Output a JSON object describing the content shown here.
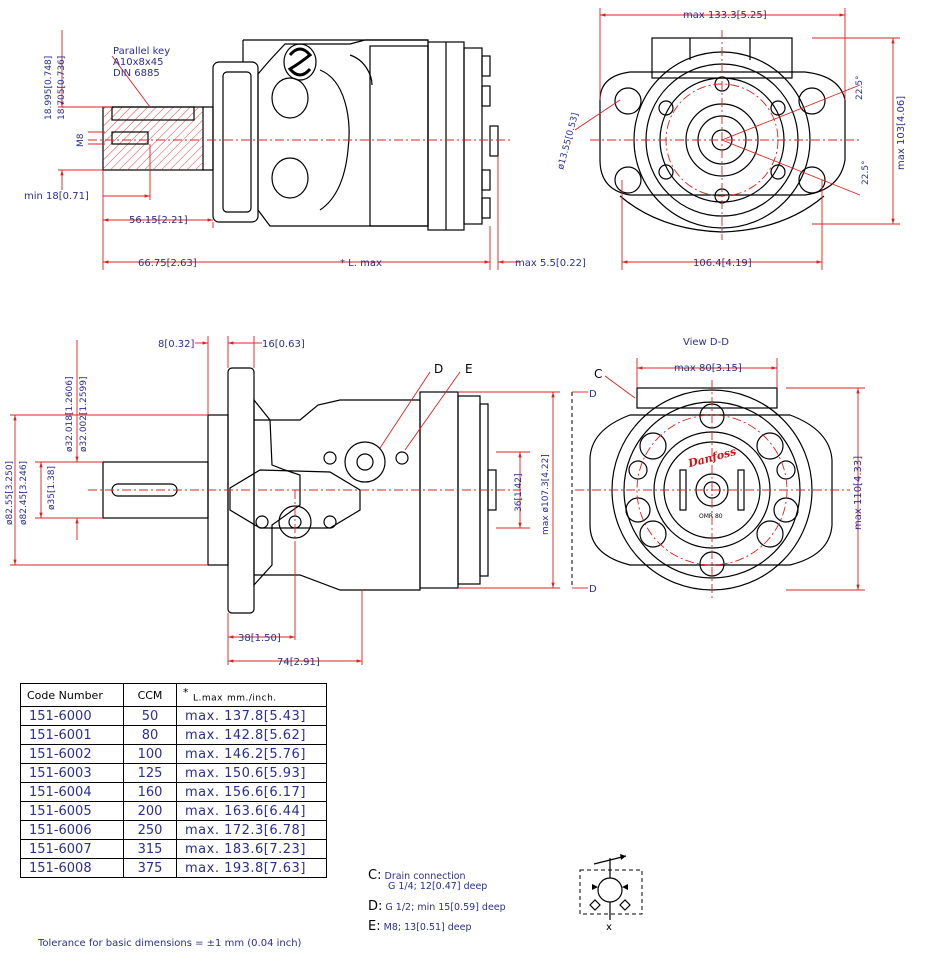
{
  "top_side_view": {
    "key_label_1": "Parallel key",
    "key_label_2": "A10x8x45",
    "key_label_3": "DIN 6885",
    "dim_key_height_1": "18.995[0.748]",
    "dim_key_height_2": "18.705[0.736]",
    "dim_thread": "M8",
    "dim_min18": "min 18[0.71]",
    "dim_5615": "56.15[2.21]",
    "dim_6675": "66.75[2.63]",
    "dim_lmax": "* L. max",
    "dim_max55": "max 5.5[0.22]"
  },
  "top_end_view": {
    "dim_max1333": "max 133.3[5.25]",
    "dim_bolt_hole": "ø13.55[0.53]",
    "dim_angle_1": "22.5°",
    "dim_angle_2": "22.5°",
    "dim_max103": "max 103[4.06]",
    "dim_1064": "106.4[4.19]"
  },
  "bottom_side_view": {
    "dim_8": "8[0.32]",
    "dim_16": "16[0.63]",
    "dim_shaft_1": "ø32.018[1.2606]",
    "dim_shaft_2": "ø32.002[1.2599]",
    "dim_pilot_1": "ø82.55[3.250]",
    "dim_pilot_2": "ø82.45[3.246]",
    "dim_35": "ø35[1.38]",
    "dim_36": "36[1.42]",
    "dim_1073": "max ø107.3[4.22]",
    "dim_38": "38[1.50]",
    "dim_74": "74[2.91]",
    "label_d": "D",
    "label_e": "E"
  },
  "bottom_end_view": {
    "title": "View D-D",
    "label_c": "C",
    "section_d_top": "D",
    "section_d_bottom": "D",
    "dim_max80": "max 80[3.15]",
    "dim_max110": "max 110[4.33]",
    "logo_text": "Danfoss",
    "plate_text": "OMR 80"
  },
  "table": {
    "headers": {
      "code": "Code Number",
      "ccm": "CCM",
      "star": "*",
      "lmax": "L.max",
      "units": "mm./inch."
    },
    "rows": [
      {
        "code": "151-6000",
        "ccm": "50",
        "lmax": "max. 137.8[5.43]"
      },
      {
        "code": "151-6001",
        "ccm": "80",
        "lmax": "max. 142.8[5.62]"
      },
      {
        "code": "151-6002",
        "ccm": "100",
        "lmax": "max. 146.2[5.76]"
      },
      {
        "code": "151-6003",
        "ccm": "125",
        "lmax": "max. 150.6[5.93]"
      },
      {
        "code": "151-6004",
        "ccm": "160",
        "lmax": "max. 156.6[6.17]"
      },
      {
        "code": "151-6005",
        "ccm": "200",
        "lmax": "max. 163.6[6.44]"
      },
      {
        "code": "151-6006",
        "ccm": "250",
        "lmax": "max. 172.3[6.78]"
      },
      {
        "code": "151-6007",
        "ccm": "315",
        "lmax": "max. 183.6[7.23]"
      },
      {
        "code": "151-6008",
        "ccm": "375",
        "lmax": "max. 193.8[7.63]"
      }
    ]
  },
  "notes": [
    {
      "key": "C:",
      "text": "Drain connection",
      "text2": "G 1/4; 12[0.47] deep"
    },
    {
      "key": "D:",
      "text": "G 1/2; min 15[0.59] deep"
    },
    {
      "key": "E:",
      "text": "M8; 13[0.51] deep"
    }
  ],
  "symbol": {
    "port_label": "x"
  },
  "tolerance": "Tolerance for basic dimensions = ±1 mm (0.04 inch)"
}
